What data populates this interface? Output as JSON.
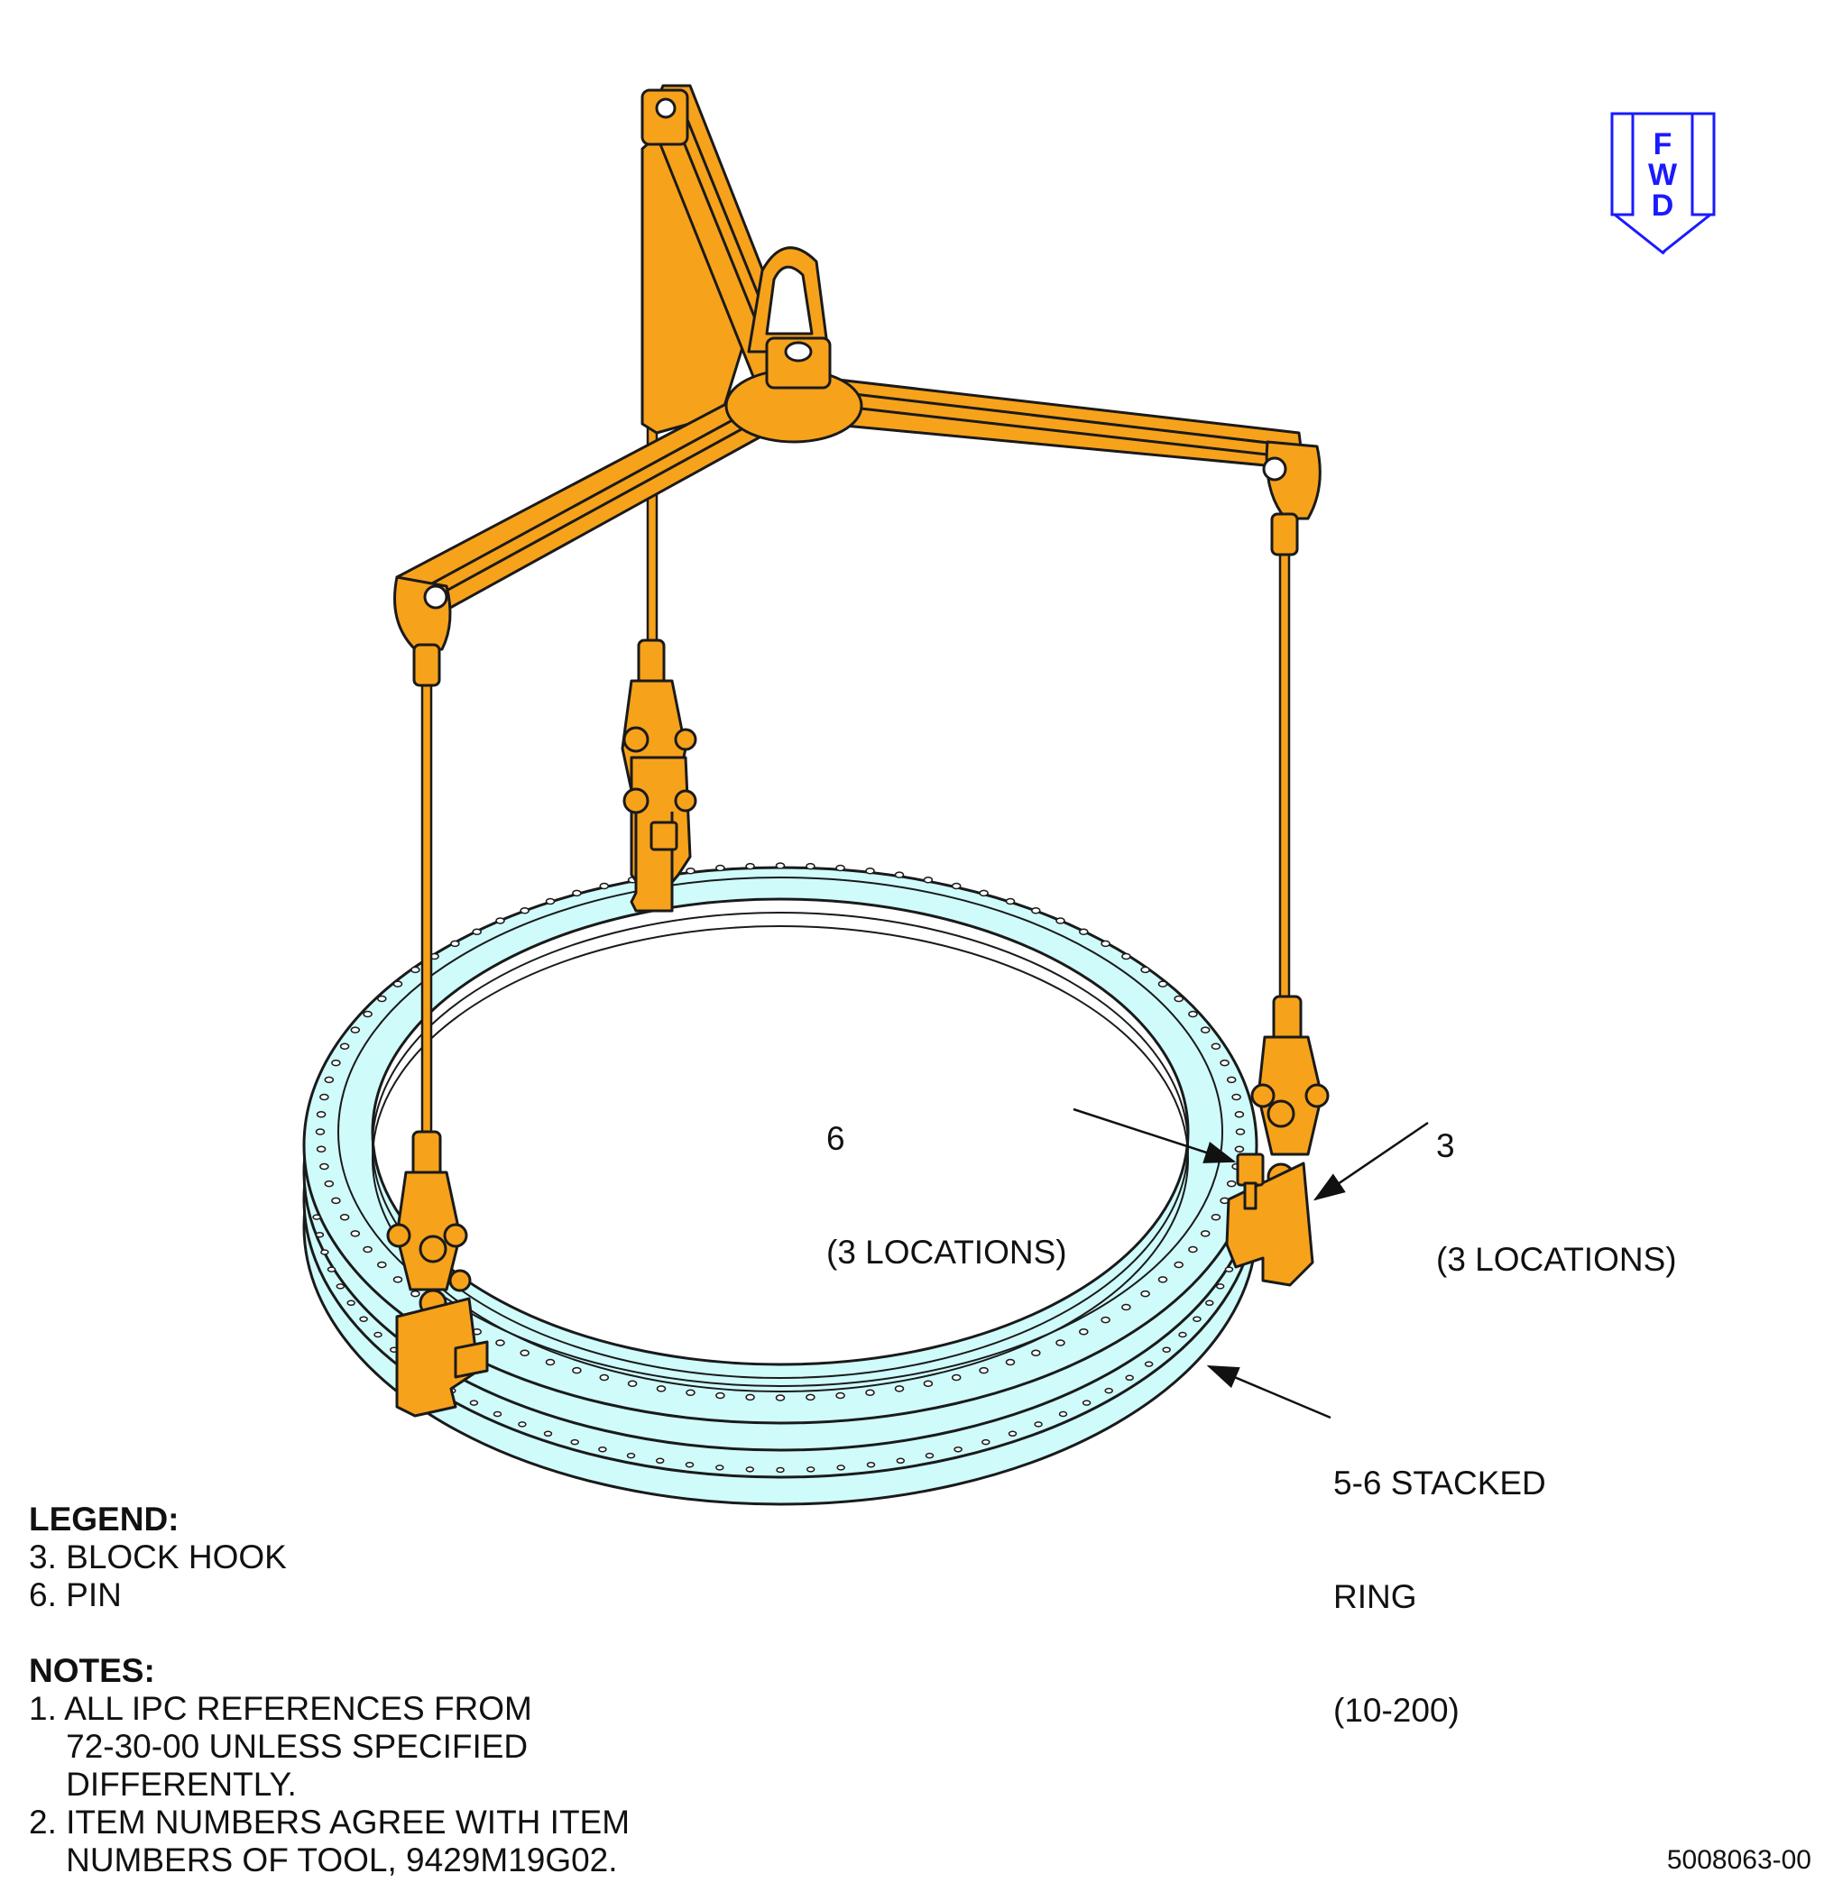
{
  "colors": {
    "tool": "#f7a21b",
    "tool_outline": "#1a1a1a",
    "ring": "#cffbfb",
    "fwd_arrow": "#1a1aff"
  },
  "fwd_arrow": {
    "letters": [
      "F",
      "W",
      "D"
    ],
    "icon": "down-arrow-icon"
  },
  "callouts": {
    "pin": {
      "item": "6",
      "qty": "(3 LOCATIONS)"
    },
    "block_hook": {
      "item": "3",
      "qty": "(3 LOCATIONS)"
    },
    "ring": {
      "line1": "5-6 STACKED",
      "line2": "RING",
      "line3": "(10-200)"
    }
  },
  "legend": {
    "title": "LEGEND:",
    "items": [
      "3. BLOCK HOOK",
      "6. PIN"
    ]
  },
  "notes": {
    "title": "NOTES:",
    "lines": [
      "1. ALL IPC REFERENCES FROM",
      "    72-30-00 UNLESS SPECIFIED",
      "    DIFFERENTLY.",
      "2. ITEM NUMBERS AGREE WITH ITEM",
      "    NUMBERS OF TOOL, 9429M19G02."
    ]
  },
  "figure_id": "5008063-00"
}
